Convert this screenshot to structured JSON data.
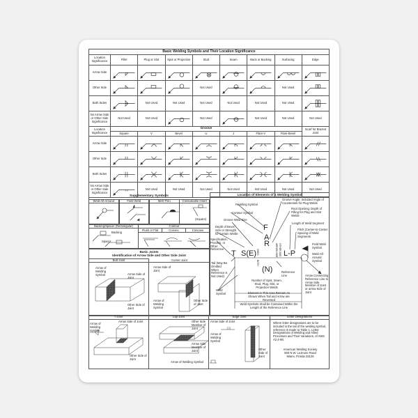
{
  "basic_table": {
    "title": "Basic Welding Symbols and Their Location Significance",
    "location_header": "Location Significance",
    "columns": [
      "Fillet",
      "Plug or Slot",
      "Spot or Projection",
      "Stud",
      "Seam",
      "Back or Backing",
      "Surfacing",
      "Edge"
    ],
    "rows": [
      {
        "label": "Arrow Side",
        "cells": [
          "fillet-arrow",
          "plug-arrow",
          "spot-arrow",
          "stud-arrow",
          "seam-arrow",
          "back-arrow",
          "surfacing-arrow",
          "edge-arrow"
        ]
      },
      {
        "label": "Other Side",
        "cells": [
          "fillet-other",
          "plug-other",
          "spot-other",
          "Not Used",
          "seam-other",
          "back-other",
          "Not Used",
          "edge-other"
        ]
      },
      {
        "label": "Both Sides",
        "cells": [
          "fillet-both",
          "Not Used",
          "Not Used",
          "Not Used",
          "Not Used",
          "Not Used",
          "Not Used",
          "edge-both"
        ]
      },
      {
        "label": "No Arrow Side or Other Side Significance",
        "cells": [
          "Not Used",
          "Not Used",
          "spot-none",
          "Not Used",
          "seam-none",
          "Not Used",
          "Not Used",
          "Not Used"
        ]
      }
    ]
  },
  "groove_table": {
    "location_header": "Location Significance",
    "group": "Groove",
    "columns": [
      "Square",
      "V",
      "Bevel",
      "U",
      "J",
      "Flare-V",
      "Flare-Bevel"
    ],
    "scarf": "Scarf for Brazed Joint",
    "rows": [
      {
        "label": "Arrow Side",
        "cells": [
          "square-arrow",
          "v-arrow",
          "bevel-arrow",
          "u-arrow",
          "j-arrow",
          "flarev-arrow",
          "flarebevel-arrow",
          "scarf-arrow"
        ]
      },
      {
        "label": "Other Side",
        "cells": [
          "square-other",
          "v-other",
          "bevel-other",
          "u-other",
          "j-other",
          "flarev-other",
          "flarebevel-other",
          "scarf-other"
        ]
      },
      {
        "label": "Both Sides",
        "cells": [
          "square-both",
          "v-both",
          "bevel-both",
          "u-both",
          "j-both",
          "flarev-both",
          "flarebevel-both",
          "scarf-both"
        ]
      },
      {
        "label": "No Arrow Side or Other Side Significance",
        "cells": [
          "square-none",
          "Not Used",
          "Not Used",
          "Not Used",
          "Not Used",
          "Not Used",
          "Not Used",
          "Not Used"
        ]
      }
    ]
  },
  "supplementary": {
    "title": "Supplementary Symbols",
    "weld_all_around": "Weld-All-Around",
    "field_weld": "Field Weld",
    "melt_thru": "Melt-Thru",
    "consumable_insert": "Consumable Insert",
    "square": "(Square)",
    "backing_spacer": "Backing/Spacer (Rectangular)",
    "backing": "Backing",
    "spacer": "Spacer",
    "contour": "Contour",
    "flush": "Flush or Flat",
    "convex": "Convex",
    "concave": "Concave"
  },
  "basic_joints": {
    "title": "Basic Joints",
    "subtitle": "Identification of Arrow Side and Other Side Joint",
    "butt": {
      "title": "Butt Joint",
      "arrow_of": "Arrow of Welding Symbol",
      "arrow_side": "Arrow Side of Joint",
      "other_side": "Other Side of Joint"
    },
    "corner": {
      "title": "Corner Joint",
      "arrow_side": "Arrow Side of Joint",
      "arrow_of": "Arrow of Welding Symbol",
      "other_side": "Other Side of Joint"
    },
    "t": {
      "title": "T-Joint",
      "arrow_of": "Arrow of Welding Symbol",
      "arrow_side": "Arrow Side of Joint",
      "other_side": "Other Side of Joint"
    },
    "lap": {
      "title": "Lap Joint",
      "other_member": "Other Side Member of Joint",
      "arrow_member": "Arrow Side Member of Joint",
      "arrow_of": "Arrow of Welding Symbol"
    },
    "edge": {
      "title": "Edge Joint",
      "arrow_side": "Arrow Side of Joint",
      "arrow_of": "Arrow of Welding Symbol",
      "other_side": "Other Side of Joint"
    }
  },
  "letters": {
    "title": "Letter Designations",
    "text": "Where letter designations are to be included in the tail of the welding symbol, reference is made to Table 1. Letter Designations of Welding and Allied Processes and Their Variations, of AWS A2.4-98.",
    "org": "American Welding Society",
    "addr1": "550 N.W. LeJeune Road",
    "addr2": "Miami, Florida 33126"
  },
  "location": {
    "title": "Location of Elements of a Welding Symbol",
    "finishing": "Finishing Symbol",
    "contour": "Contour Symbol",
    "groove_size": "Groove Weld Size",
    "depth": "Depth of Bevel; Size or Strength for Certain Welds",
    "spec": "Specification, Process, or Other Reference",
    "tail": "Tail (May Be Omitted When Reference is Not Used)",
    "weld_symbol": "Weld Symbol",
    "groove_angle": "Groove Angle; Included Angle of Countersink for Plug Welds",
    "root": "Root Opening; Depth of Filling for Plug and Slot Welds",
    "length": "Length of Weld Segment",
    "pitch": "Pitch (Center-to-Center Spacing of Weld Segments",
    "field": "Field Weld Symbol",
    "all_around": "Weld-All-Around Symbol",
    "arrow_conn": "Arrow Connecting Reference Line to Arrow Side Member of Joint or arrow Side of Joint",
    "ref_line": "Reference Line",
    "number": "Number of Spot, Seam, Stud, Plug, Slot, or Projection Welds",
    "element": "Element in This Area Remain As Shown When Tail and Arrow are Reversed",
    "contained": "Weld Symbols Shall be Contained Within the Length of the Reference Line",
    "F": "F",
    "A": "A",
    "R": "R",
    "SE": "S(E)",
    "T": "T",
    "LP": "L-P",
    "N": "(N)",
    "sides": "SIDES",
    "both": "BOTH",
    "arrow_side": "ARROW SIDE",
    "other_side": "OTHER SIDE"
  }
}
